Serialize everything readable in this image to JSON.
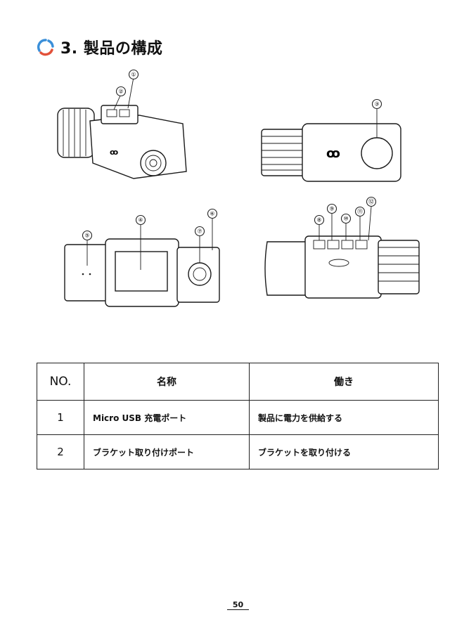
{
  "heading": {
    "title": "3. 製品の構成"
  },
  "colors": {
    "icon_blue": "#3a8fd9",
    "icon_red": "#e2513a"
  },
  "figures": {
    "front_view": {
      "callouts": [
        "①",
        "②"
      ]
    },
    "back_view": {
      "callouts": [
        "③"
      ]
    },
    "screen_view": {
      "callouts": [
        "④",
        "⑤",
        "⑥",
        "⑦"
      ]
    },
    "button_view": {
      "callouts": [
        "⑧",
        "⑨",
        "⑩",
        "⑪",
        "⑫"
      ]
    }
  },
  "table": {
    "headers": {
      "no": "NO.",
      "name": "名称",
      "function": "働き"
    },
    "rows": [
      {
        "no": "1",
        "name": "Micro USB 充電ポート",
        "function": "製品に電力を供給する"
      },
      {
        "no": "2",
        "name": "ブラケット取り付けポート",
        "function": "ブラケットを取り付ける"
      }
    ]
  },
  "page_number": "50"
}
